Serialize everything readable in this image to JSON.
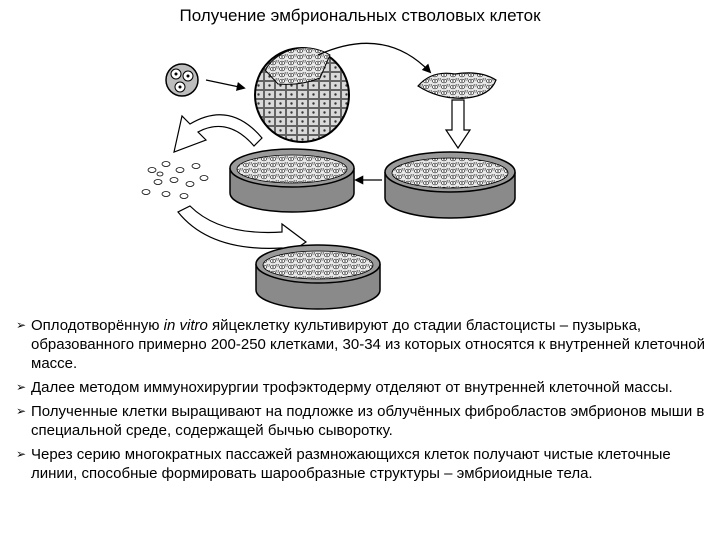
{
  "title": "Получение эмбриональных стволовых клеток",
  "diagram": {
    "stages": [
      "zygote-cells",
      "blastocyst",
      "inner-cell-mass",
      "culture-dish-primary",
      "culture-dish-expanded",
      "dispersed-cells",
      "culture-dish-final"
    ]
  },
  "bullets": [
    {
      "parts": [
        "Оплодотворённую ",
        "in vitro",
        " яйцеклетку культивируют до стадии бластоцисты – пузырька, образованного примерно 200-250 клетками, 30-34 из которых относятся к внутренней клеточной массе."
      ]
    },
    {
      "parts": [
        "Далее методом иммунохирургии трофэктодерму отделяют от внутренней клеточной массы."
      ]
    },
    {
      "parts": [
        "Полученные клетки выращивают на подложке из облучённых фибробластов эмбрионов мыши в специальной среде, содержащей бычью сыворотку."
      ]
    },
    {
      "parts": [
        "Через серию многократных пассажей размножающихся клеток получают чистые клеточные линии, способные формировать шарообразные структуры – эмбриоидные тела."
      ]
    }
  ]
}
